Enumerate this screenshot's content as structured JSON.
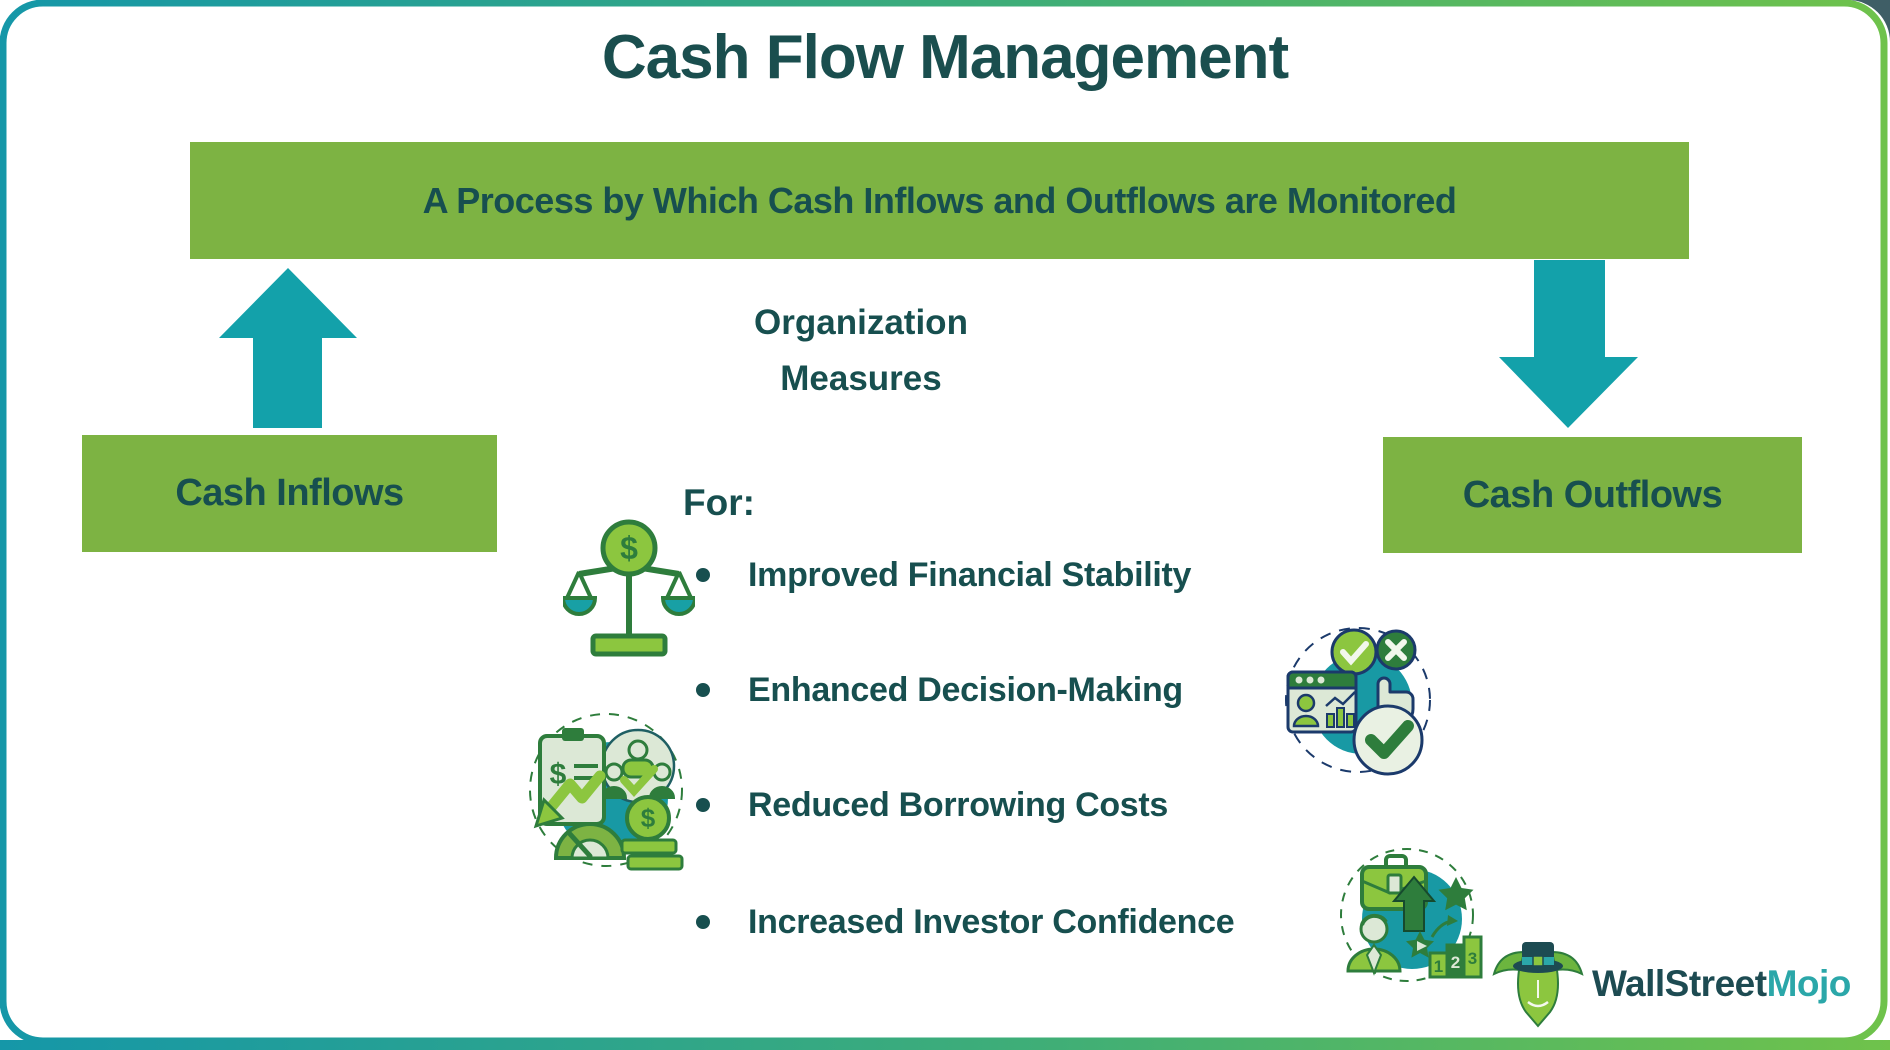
{
  "title": "Cash Flow Management",
  "banner": {
    "text": "A Process by Which Cash Inflows and Outflows are Monitored"
  },
  "flow": {
    "inflow_label": "Cash Inflows",
    "outflow_label": "Cash Outflows"
  },
  "measures": {
    "line1": "Organization",
    "line2": "Measures",
    "intro": "For:"
  },
  "benefits": [
    "Improved Financial Stability",
    "Enhanced Decision-Making",
    "Reduced Borrowing Costs",
    "Increased Investor Confidence"
  ],
  "logo": {
    "brand_primary": "WallStreet",
    "brand_accent": "Mojo"
  },
  "icons": {
    "balance": "balance-scale-icon",
    "planning": "cash-planning-icon",
    "decision": "decision-check-icon",
    "investor": "investor-growth-icon",
    "bull": "wallstreetmojo-bull-icon"
  },
  "colors": {
    "dark_teal_text": "#1A4E4E",
    "green_box": "#7DB343",
    "light_green": "#8CC63F",
    "teal_arrow": "#13A1AA",
    "icon_blob_teal": "#1899A4",
    "frame_teal": "#1597A8",
    "frame_green": "#6FC24B",
    "corner_slate": "#3F5E66",
    "logo_accent": "#2BA7A9"
  }
}
